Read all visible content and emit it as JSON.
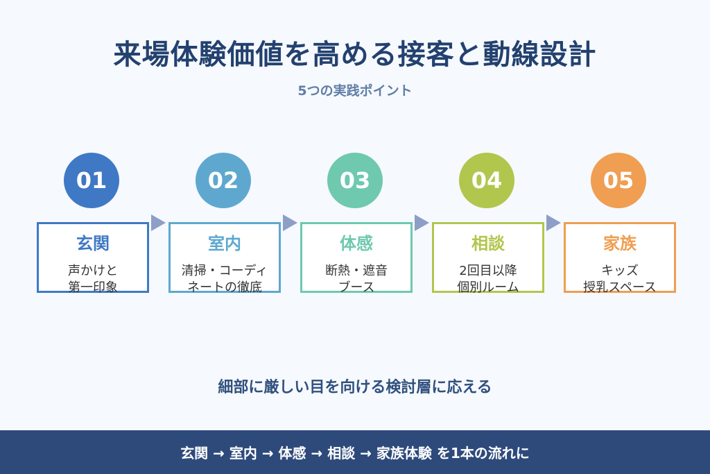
{
  "title": "来場体験価値を高める接客と動線設計",
  "subtitle": "5つの実践ポイント",
  "steps": [
    {
      "number": "01",
      "label": "玄関",
      "text1": "声かけと",
      "text2": "第一印象",
      "color": "#3f79c5"
    },
    {
      "number": "02",
      "label": "室内",
      "text1": "清掃・コーディ",
      "text2": "ネートの徹底",
      "color": "#5ea8cf"
    },
    {
      "number": "03",
      "label": "体感",
      "text1": "断熱・遮音",
      "text2": "ブース",
      "color": "#6ec9ae"
    },
    {
      "number": "04",
      "label": "相談",
      "text1": "2回目以降",
      "text2": "個別ルーム",
      "color": "#b1c64d"
    },
    {
      "number": "05",
      "label": "家族",
      "text1": "キッズ",
      "text2": "授乳スペース",
      "color": "#ef9e52"
    }
  ],
  "arrow_color": "#8d9ec7",
  "tagline": "細部に厳しい目を向ける検討層に応える",
  "footer": "玄関 → 室内 → 体感 → 相談 → 家族体験 を1本の流れに"
}
